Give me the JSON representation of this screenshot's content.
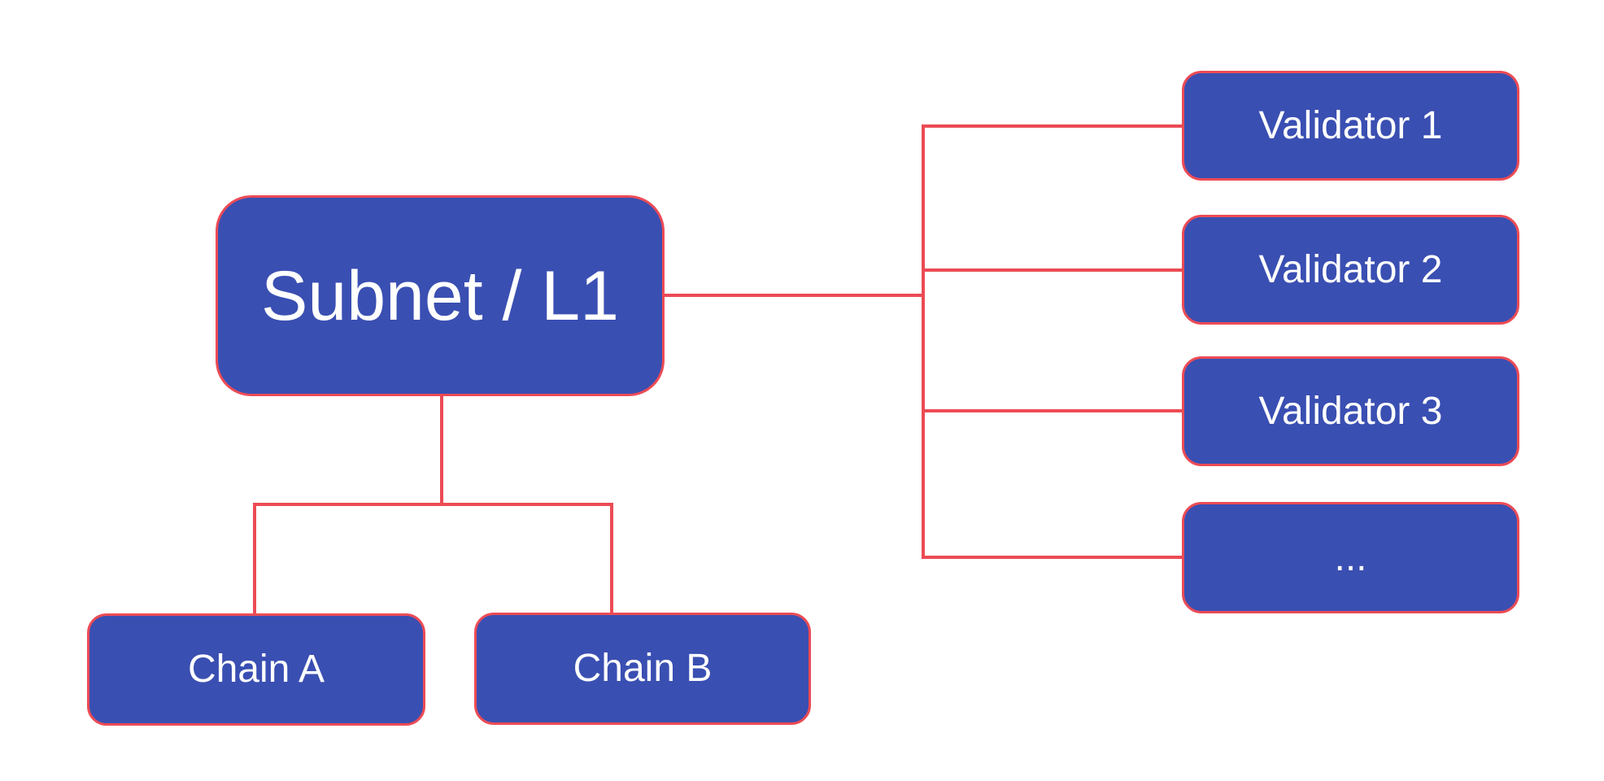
{
  "diagram": {
    "nodes": {
      "subnet": {
        "label": "Subnet / L1"
      },
      "chain_a": {
        "label": "Chain A"
      },
      "chain_b": {
        "label": "Chain B"
      },
      "validator_1": {
        "label": "Validator 1"
      },
      "validator_2": {
        "label": "Validator 2"
      },
      "validator_3": {
        "label": "Validator 3"
      },
      "validator_more": {
        "label": "..."
      }
    },
    "edges": [
      {
        "from": "subnet",
        "to": "validator_1"
      },
      {
        "from": "subnet",
        "to": "validator_2"
      },
      {
        "from": "subnet",
        "to": "validator_3"
      },
      {
        "from": "subnet",
        "to": "validator_more"
      },
      {
        "from": "subnet",
        "to": "chain_a"
      },
      {
        "from": "subnet",
        "to": "chain_b"
      }
    ],
    "colors": {
      "node_fill": "#3A4FB2",
      "node_border": "#EC4B55",
      "connector": "#EC4B55",
      "text": "#FFFFFF",
      "background": "#FFFFFF"
    }
  }
}
